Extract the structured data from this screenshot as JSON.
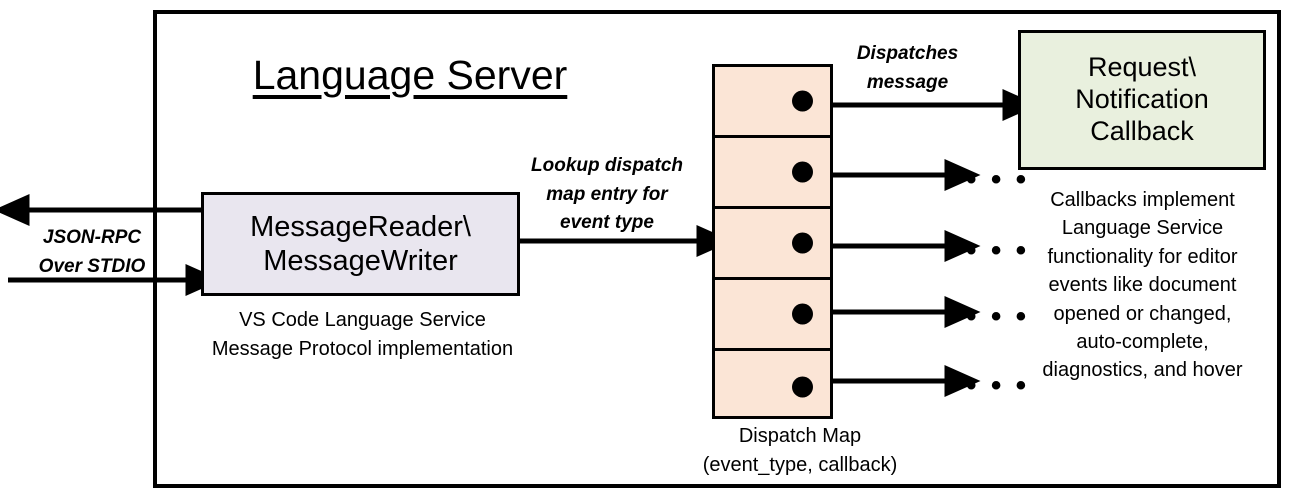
{
  "diagram": {
    "title": "Language Server",
    "outer_border_color": "#000000"
  },
  "left_flow": {
    "transport_label_line1": "JSON-RPC",
    "transport_label_line2": "Over STDIO",
    "outgoing_arrow_name": "outgoing-message-arrow",
    "incoming_arrow_name": "incoming-message-arrow"
  },
  "message_io": {
    "box_line1": "MessageReader\\",
    "box_line2": "MessageWriter",
    "fill_color": "#E9E6EF",
    "caption_line1": "VS Code Language Service",
    "caption_line2": "Message Protocol implementation"
  },
  "lookup": {
    "label_line1": "Lookup dispatch",
    "label_line2": "map entry for",
    "label_line3": "event type"
  },
  "dispatch_map": {
    "fill_color": "#FBE5D6",
    "rows": [
      {
        "index": 1,
        "dot": "dispatch-entry-dot"
      },
      {
        "index": 2,
        "dot": "dispatch-entry-dot"
      },
      {
        "index": 3,
        "dot": "dispatch-entry-dot"
      },
      {
        "index": 4,
        "dot": "dispatch-entry-dot"
      },
      {
        "index": 5,
        "dot": "dispatch-entry-dot"
      }
    ],
    "caption_line1": "Dispatch Map",
    "caption_line2": "(event_type, callback)"
  },
  "dispatch_arrow": {
    "label_line1": "Dispatches",
    "label_line2": "message"
  },
  "callback": {
    "box_line1": "Request\\",
    "box_line2": "Notification",
    "box_line3": "Callback",
    "fill_color": "#E9F0DE",
    "caption_line1": "Callbacks implement",
    "caption_line2": "Language Service",
    "caption_line3": "functionality for editor",
    "caption_line4": "events like document",
    "caption_line5": "opened or changed,",
    "caption_line6": "auto-complete,",
    "caption_line7": "diagnostics, and hover"
  },
  "ellipses": {
    "glyph": "• • •"
  }
}
